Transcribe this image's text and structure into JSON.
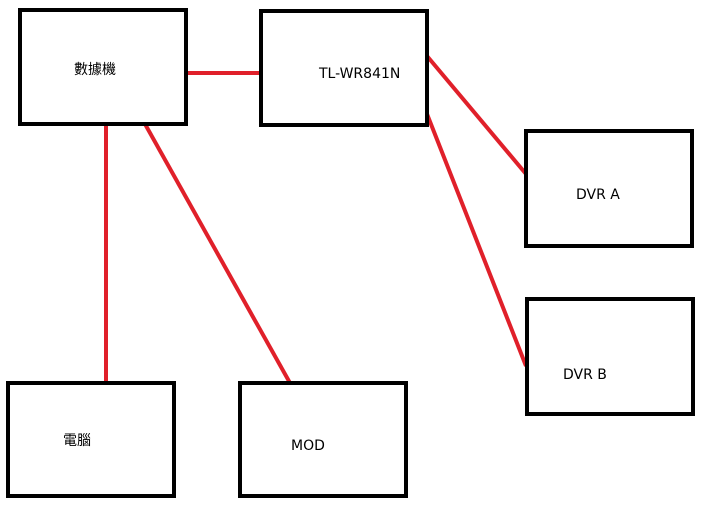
{
  "diagram": {
    "line_color": "#e0202a",
    "box_border_color": "#000000",
    "nodes": [
      {
        "id": "modem",
        "label": "數據機"
      },
      {
        "id": "router",
        "label": "TL-WR841N"
      },
      {
        "id": "dvr_a",
        "label": "DVR A"
      },
      {
        "id": "dvr_b",
        "label": "DVR B"
      },
      {
        "id": "pc",
        "label": "電腦"
      },
      {
        "id": "mod",
        "label": "MOD"
      }
    ],
    "links": [
      {
        "from": "modem",
        "to": "router"
      },
      {
        "from": "modem",
        "to": "pc"
      },
      {
        "from": "modem",
        "to": "mod"
      },
      {
        "from": "router",
        "to": "dvr_a"
      },
      {
        "from": "router",
        "to": "dvr_b"
      }
    ]
  }
}
